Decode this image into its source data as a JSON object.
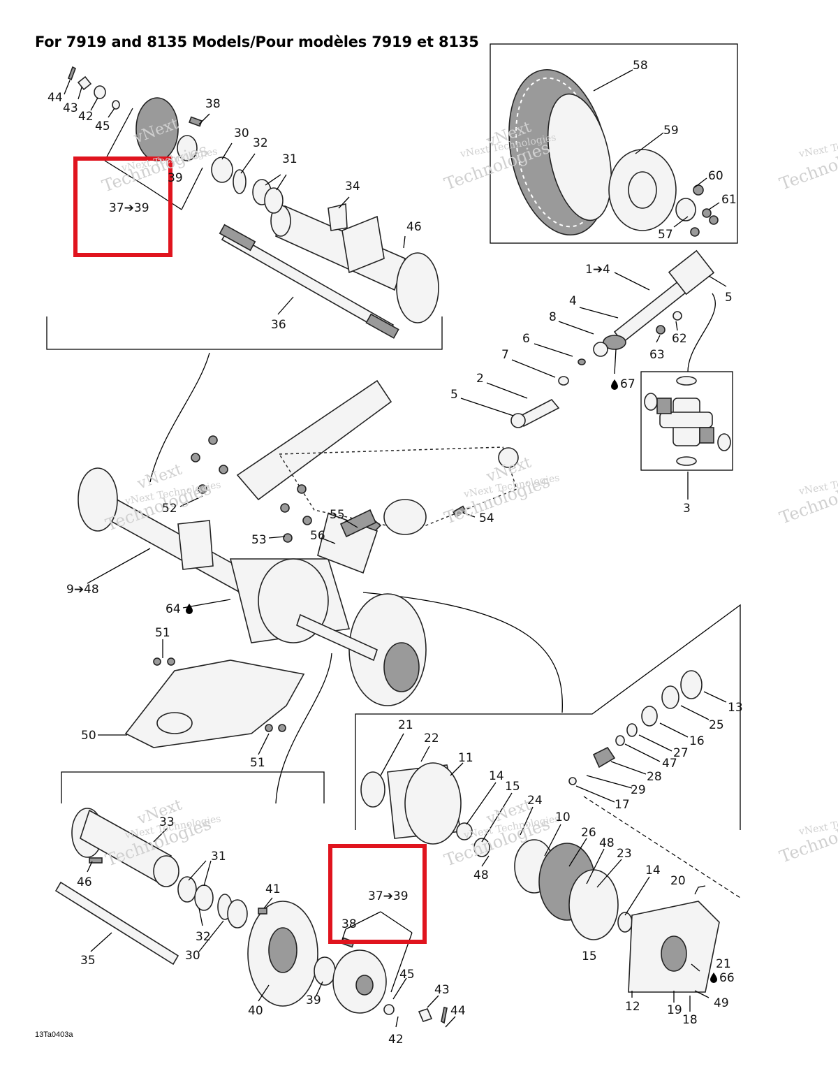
{
  "title": "For 7919 and 8135 Models/Pour modèles 7919 et 8135",
  "reference_code": "13Ta0403a",
  "watermark": {
    "line1": "vNext",
    "line2": "Technologies",
    "line3": "vNext Technologies",
    "line4": "Technologies"
  },
  "highlight_color": "#e0141e",
  "callouts": {
    "c44a": "44",
    "c43a": "43",
    "c42a": "42",
    "c45a": "45",
    "c38a": "38",
    "c30a": "30",
    "c32a": "32",
    "c31a": "31",
    "c39a": "39",
    "c37a": "37➔39",
    "c34": "34",
    "c46a": "46",
    "c36": "36",
    "c58": "58",
    "c59": "59",
    "c60": "60",
    "c61": "61",
    "c57": "57",
    "c1to4": "1➔4",
    "c4": "4",
    "c5a": "5",
    "c8": "8",
    "c6": "6",
    "c62": "62",
    "c63": "63",
    "c7": "7",
    "c67": "67",
    "c2": "2",
    "c5b": "5",
    "c3": "3",
    "c52": "52",
    "c55": "55",
    "c54": "54",
    "c56": "56",
    "c53": "53",
    "c9to48": "9➔48",
    "c64": "64",
    "c51a": "51",
    "c50": "50",
    "c51b": "51",
    "c13": "13",
    "c25": "25",
    "c16": "16",
    "c27": "27",
    "c47": "47",
    "c28": "28",
    "c29": "29",
    "c17": "17",
    "c21a": "21",
    "c22": "22",
    "c11": "11",
    "c14a": "14",
    "c15a": "15",
    "c24": "24",
    "c10": "10",
    "c26": "26",
    "c48a": "48",
    "c48b": "48",
    "c23": "23",
    "c14b": "14",
    "c20": "20",
    "c15b": "15",
    "c21b": "21",
    "c66": "66",
    "c49": "49",
    "c12": "12",
    "c19": "19",
    "c18": "18",
    "c33": "33",
    "c31b": "31",
    "c46b": "46",
    "c32b": "32",
    "c30b": "30",
    "c35": "35",
    "c41": "41",
    "c37b": "37➔39",
    "c38b": "38",
    "c45b": "45",
    "c43b": "43",
    "c44b": "44",
    "c40": "40",
    "c39b": "39",
    "c42b": "42"
  }
}
